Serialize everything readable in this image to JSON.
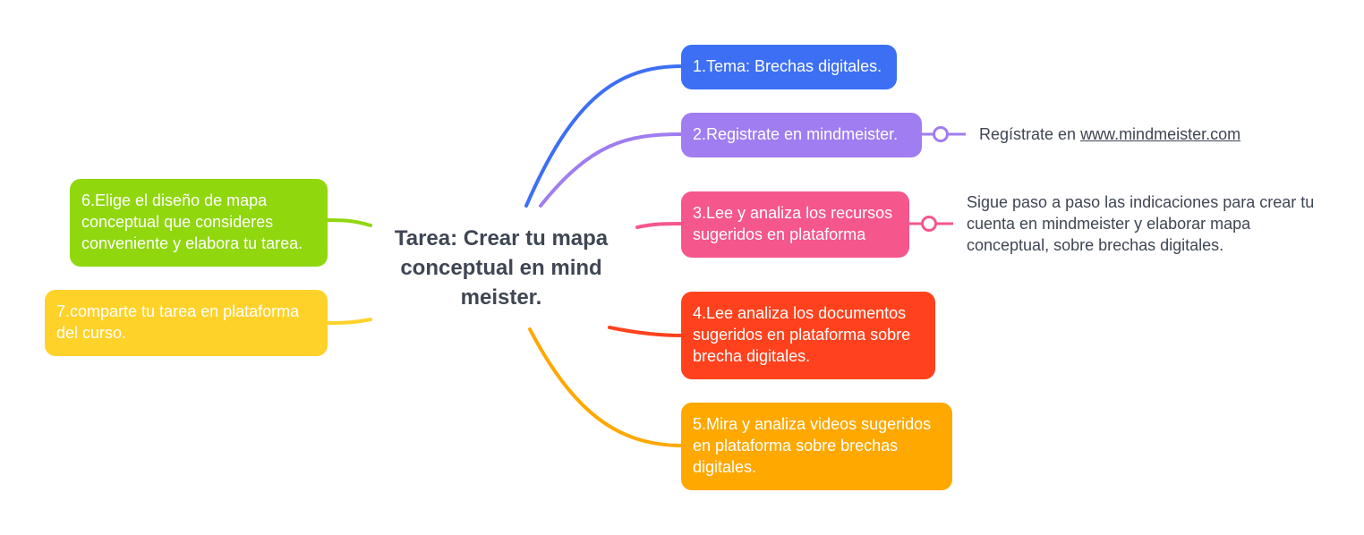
{
  "center": {
    "title": "Tarea: Crear tu mapa conceptual en mind meister."
  },
  "branches": [
    {
      "id": "b1",
      "label": "1.Tema: Brechas digitales.",
      "color": "#3d6ff5"
    },
    {
      "id": "b2",
      "label": "2.Registrate en mindmeister.",
      "color": "#a07df0"
    },
    {
      "id": "b3",
      "label": "3.Lee y analiza los recursos sugeridos en plataforma",
      "color": "#f5568c"
    },
    {
      "id": "b4",
      "label": "4.Lee analiza los documentos sugeridos en plataforma sobre brecha digitales.",
      "color": "#ff421d"
    },
    {
      "id": "b5",
      "label": "5.Mira y analiza videos sugeridos en plataforma sobre brechas digitales.",
      "color": "#ffa800"
    },
    {
      "id": "b6",
      "label": "6.Elige el diseño de mapa conceptual que consideres conveniente y elabora tu tarea.",
      "color": "#90d70e"
    },
    {
      "id": "b7",
      "label": "7.comparte tu tarea en plataforma del curso.",
      "color": "#ffd22a"
    }
  ],
  "notes": {
    "register": {
      "prefix": "Regístrate en ",
      "link": "www.mindmeister.com"
    },
    "steps": "Sigue paso a paso las indicaciones para crear tu cuenta en mindmeister y elaborar mapa conceptual, sobre brechas digitales."
  }
}
